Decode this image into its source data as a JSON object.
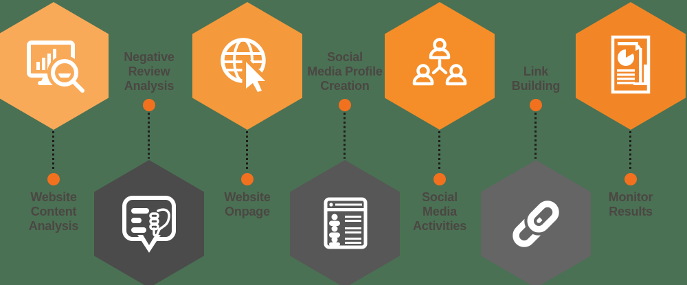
{
  "background_color": "#4A7153",
  "diagram_type": "seo-process-hexagon-infographic",
  "colors": {
    "connector_dot": "#F2711E",
    "dotted_line": "#1D1D1D",
    "label_text": "#4B4744",
    "icon_color": "#FFFFFF"
  },
  "columns": [
    {
      "label": "Website\nContent\nAnalysis",
      "position": "top",
      "hex_color": "#F9AA59",
      "icon": "monitor-search-icon"
    },
    {
      "label": "Negative\nReview\nAnalysis",
      "position": "bottom",
      "hex_color": "#4B4B4B",
      "icon": "review-thumbs-down-icon"
    },
    {
      "label": "Website\nOnpage",
      "position": "top",
      "hex_color": "#F4993C",
      "icon": "globe-cursor-icon"
    },
    {
      "label": "Social\nMedia Profile\nCreation",
      "position": "bottom",
      "hex_color": "#575757",
      "icon": "profile-list-icon"
    },
    {
      "label": "Social\nMedia\nActivities",
      "position": "top",
      "hex_color": "#F58D28",
      "icon": "people-network-icon"
    },
    {
      "label": "Link\nBuilding",
      "position": "bottom",
      "hex_color": "#656565",
      "icon": "chain-link-icon"
    },
    {
      "label": "Monitor\nResults",
      "position": "top",
      "hex_color": "#F28627",
      "icon": "report-chart-icon"
    }
  ]
}
